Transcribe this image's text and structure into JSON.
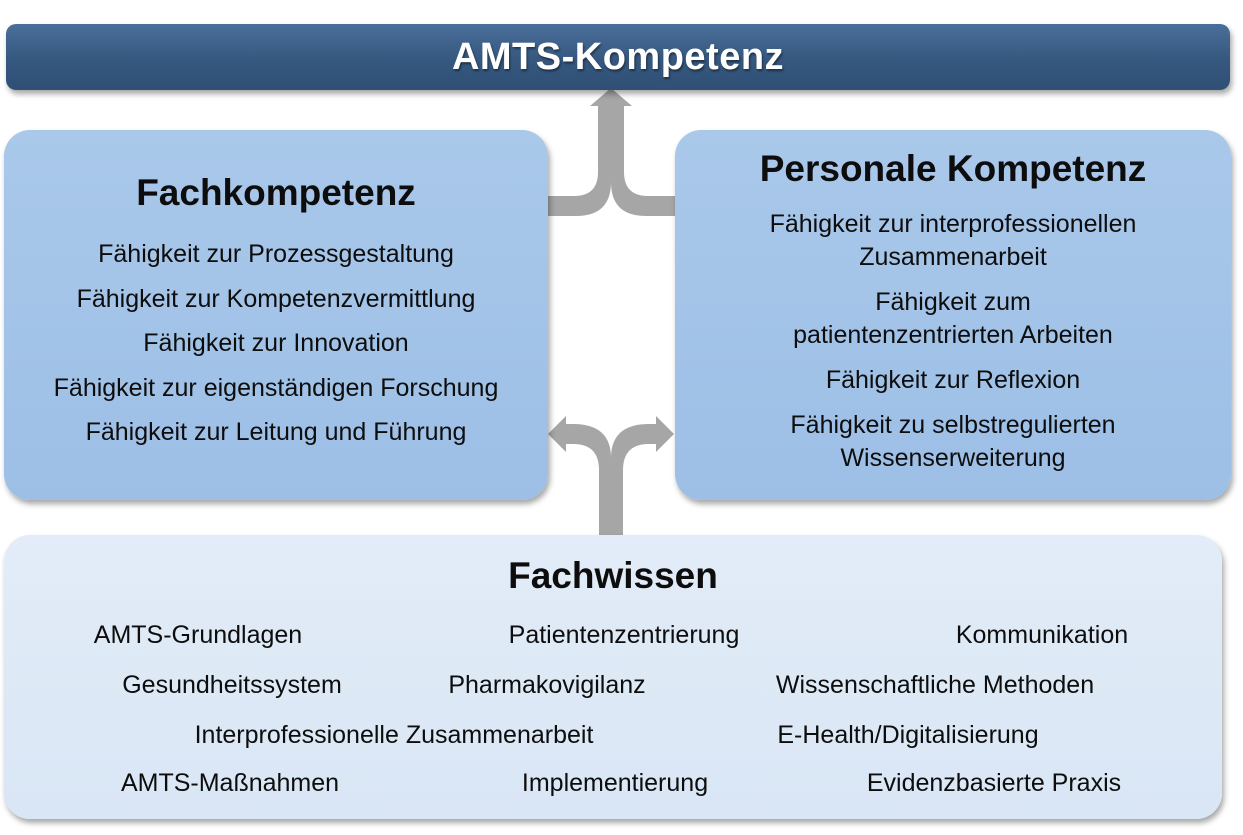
{
  "top": {
    "title": "AMTS-Kompetenz"
  },
  "fachkompetenz": {
    "title": "Fachkompetenz",
    "items": [
      "Fähigkeit zur Prozessgestaltung",
      "Fähigkeit zur Kompetenzvermittlung",
      "Fähigkeit zur Innovation",
      "Fähigkeit zur eigenständigen Forschung",
      "Fähigkeit zur Leitung und Führung"
    ]
  },
  "personale": {
    "title": "Personale Kompetenz",
    "items": [
      "Fähigkeit zur interprofessionellen Zusammenarbeit",
      "Fähigkeit zum patientenzentrierten Arbeiten",
      "Fähigkeit zur Reflexion",
      "Fähigkeit zu selbstregulierten Wissenserweiterung"
    ]
  },
  "fachwissen": {
    "title": "Fachwissen",
    "items": [
      "AMTS-Grundlagen",
      "Patientenzentrierung",
      "Kommunikation",
      "Gesundheitssystem",
      "Pharmakovigilanz",
      "Wissenschaftliche Methoden",
      "Interprofessionelle Zusammenarbeit",
      "E-Health/Digitalisierung",
      "AMTS-Maßnahmen",
      "Implementierung",
      "Evidenzbasierte Praxis"
    ]
  },
  "colors": {
    "top_bar": "#36587f",
    "mid_box": "#9dbfe6",
    "bottom_box": "#dde8f6",
    "arrow": "#a6a6a6"
  }
}
